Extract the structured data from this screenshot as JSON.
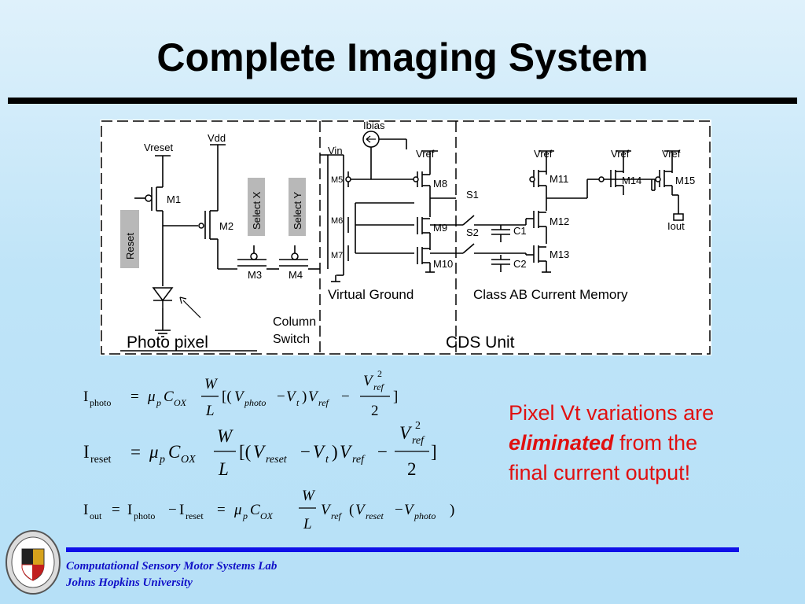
{
  "slide": {
    "title": "Complete Imaging System"
  },
  "diagram": {
    "labels": {
      "vreset": "Vreset",
      "vdd": "Vdd",
      "ibias": "Ibias",
      "vin": "Vin",
      "vref_m8": "Vref",
      "vref_m11": "Vref",
      "vref_m14": "Vref",
      "vref_m15": "Vref",
      "m1": "M1",
      "m2": "M2",
      "m3": "M3",
      "m4": "M4",
      "m5": "M5",
      "m6": "M6",
      "m7": "M7",
      "m8": "M8",
      "m9": "M9",
      "m10": "M10",
      "m11": "M11",
      "m12": "M12",
      "m13": "M13",
      "m14": "M14",
      "m15": "M15",
      "s1": "S1",
      "s2": "S2",
      "c1": "C1",
      "c2": "C2",
      "iout": "Iout",
      "reset": "Reset",
      "select_x": "Select X",
      "select_y": "Select Y",
      "virtual_ground": "Virtual Ground",
      "class_ab": "Class AB Current Memory",
      "column_switch_1": "Column",
      "column_switch_2": "Switch",
      "photo_pixel": "Photo pixel",
      "cds_unit": "CDS Unit"
    }
  },
  "equations": {
    "i1": "I",
    "i1_sub": "photo",
    "e1": "=",
    "mu1": "μ",
    "p1": "p",
    "c1": "C",
    "ox1": "OX",
    "w1": "W",
    "l1": "L",
    "b1": "[(",
    "v1": "V",
    "v1_sub": "photo",
    "minus1": "−",
    "vt1": "V",
    "vt1_sub": "t",
    "cp1": ")",
    "vr1": "V",
    "vr1_sub": "ref",
    "minus1b": "−",
    "fn1": "V",
    "fn1_sub": "ref",
    "fn1_sup": "2",
    "fd1": "2",
    "end1": "]",
    "i2": "I",
    "i2_sub": "reset",
    "e2": "=",
    "mu2": "μ",
    "p2": "p",
    "c2": "C",
    "ox2": "OX",
    "w2": "W",
    "l2": "L",
    "b2": "[(",
    "v2": "V",
    "v2_sub": "reset",
    "minus2": "−",
    "vt2": "V",
    "vt2_sub": "t",
    "cp2": ")",
    "vr2": "V",
    "vr2_sub": "ref",
    "minus2b": "−",
    "fn2": "V",
    "fn2_sub": "ref",
    "fn2_sup": "2",
    "fd2": "2",
    "end2": "]",
    "i3": "I",
    "i3_sub": "out",
    "e3a": "=",
    "i3b": "I",
    "i3b_sub": "photo",
    "minus3a": "−",
    "i3c": "I",
    "i3c_sub": "reset",
    "e3b": "=",
    "mu3": "μ",
    "p3": "p",
    "c3": "C",
    "ox3": "OX",
    "w3": "W",
    "l3": "L",
    "vr3": "V",
    "vr3_sub": "ref",
    "po3": "(",
    "v3a": "V",
    "v3a_sub": "reset",
    "minus3b": "−",
    "v3b": "V",
    "v3b_sub": "photo",
    "pc3": ")"
  },
  "note": {
    "line1": "Pixel Vt variations are",
    "emphasis": "eliminated",
    "line2": " from the",
    "line3": "final current output!"
  },
  "footer": {
    "lab": "Computational Sensory Motor Systems Lab",
    "university": "Johns Hopkins University"
  }
}
